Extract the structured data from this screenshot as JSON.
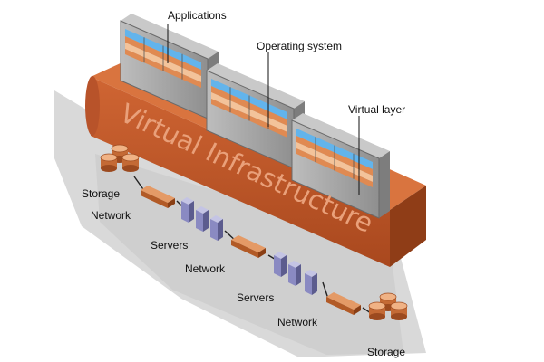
{
  "colors": {
    "slab": "#c05a2c",
    "slab_dark": "#8f3d17",
    "slab_top": "#d46a3a",
    "slab_text": "#e79a72",
    "box_grey": "#a8a8a8",
    "box_dark": "#7a7a7a",
    "screen_blue": "#5aaee8",
    "screen_orange": "#e4925e",
    "screen_peach": "#f5c29a",
    "floor_grey": "#d6d6d6",
    "device_orange": "#c8743c",
    "server_purple": "#8a8ac0"
  },
  "infrastructure": {
    "title": "Virtual Infrastructure"
  },
  "labels": {
    "applications": "Applications",
    "operating_system": "Operating system",
    "virtual_layer": "Virtual layer",
    "storage_top": "Storage",
    "network_1": "Network",
    "servers_1": "Servers",
    "network_2": "Network",
    "servers_2": "Servers",
    "network_3": "Network",
    "storage_bottom": "Storage"
  },
  "icons": {
    "virtual_machine": "virtual-machine-icon",
    "storage": "storage-drum-icon",
    "network": "network-switch-icon",
    "server": "server-tower-icon"
  }
}
